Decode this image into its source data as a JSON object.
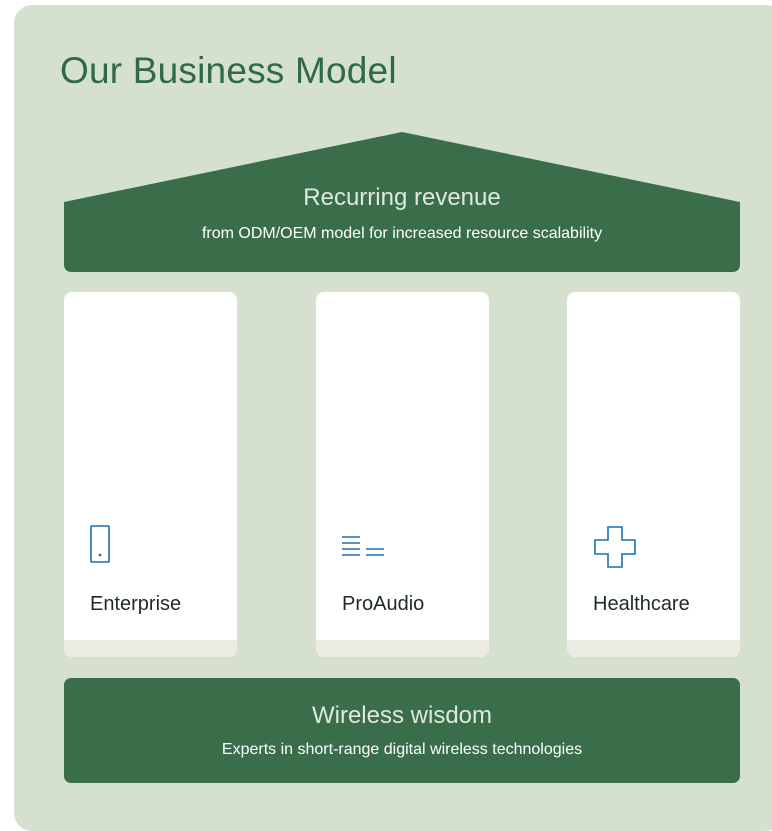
{
  "title": "Our Business Model",
  "roof": {
    "title": "Recurring revenue",
    "subtitle": "from ODM/OEM model for increased resource scalability"
  },
  "pillars": [
    {
      "label": "Enterprise",
      "icon": "mobile-device-icon"
    },
    {
      "label": "ProAudio",
      "icon": "audio-lines-icon"
    },
    {
      "label": "Healthcare",
      "icon": "medical-cross-icon"
    }
  ],
  "foundation": {
    "title": "Wireless wisdom",
    "subtitle": "Experts in short-range digital wireless technologies"
  },
  "colors": {
    "background": "#d6e0cf",
    "dark_green": "#3a6d49",
    "title_green": "#2f6a45",
    "icon_blue": "#1b6fb5",
    "pillar": "#ffffff"
  }
}
